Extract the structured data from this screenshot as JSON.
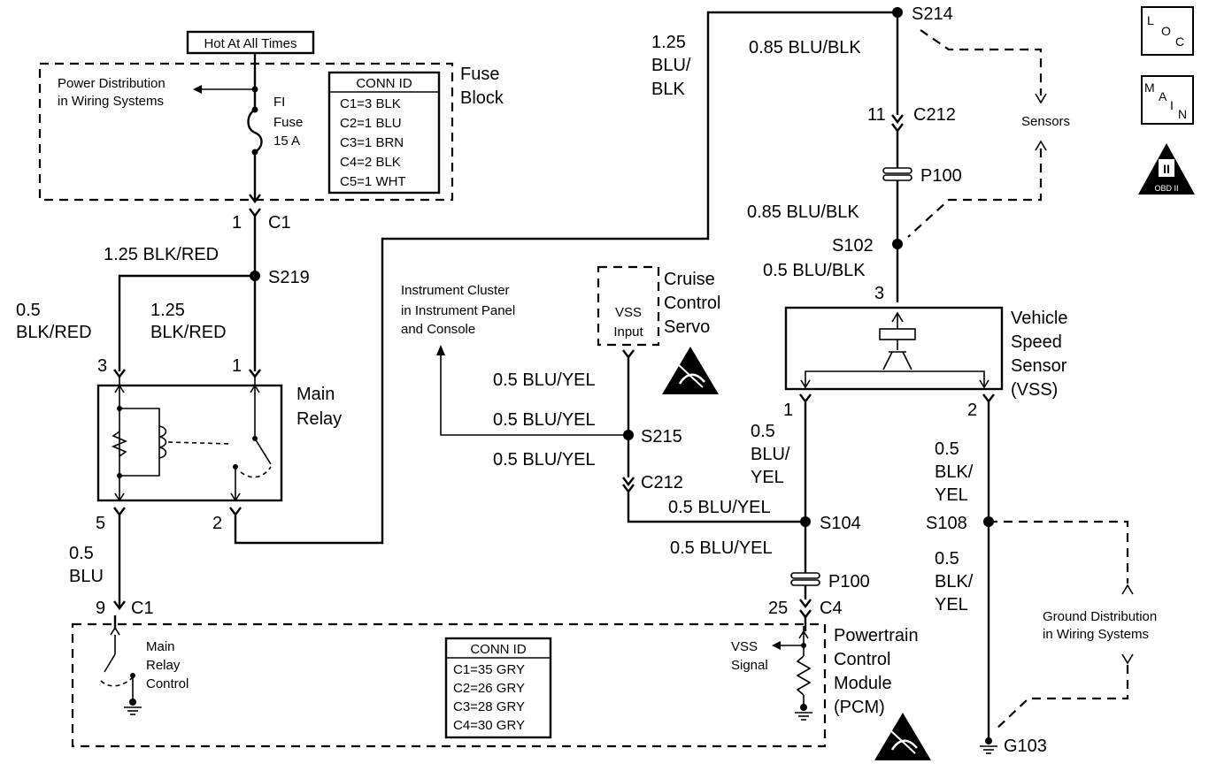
{
  "hot_at_all_times": "Hot At All Times",
  "fuse_block": {
    "line1": "Fuse",
    "line2": "Block",
    "fuse_line1": "FI",
    "fuse_line2": "Fuse",
    "fuse_line3": "15 A",
    "power_line1": "Power Distribution",
    "power_line2": "in Wiring Systems",
    "conn_title": "CONN ID",
    "conn": [
      "C1=3 BLK",
      "C2=1 BLU",
      "C3=1 BRN",
      "C4=2 BLK",
      "C5=1 WHT"
    ]
  },
  "left": {
    "c1_pin": "1",
    "c1_label": "C1",
    "wire_blkred": "1.25 BLK/RED",
    "s219": "S219",
    "w05_1": "0.5",
    "w05_2": "BLK/RED",
    "w125_1": "1.25",
    "w125_2": "BLK/RED",
    "pin3": "3",
    "pin1": "1",
    "pin5": "5",
    "pin2": "2",
    "relay_line1": "Main",
    "relay_line2": "Relay",
    "blu_1": "0.5",
    "blu_2": "BLU",
    "pin9": "9",
    "c1b": "C1"
  },
  "pcm": {
    "mrc_1": "Main",
    "mrc_2": "Relay",
    "mrc_3": "Control",
    "conn_title": "CONN ID",
    "conn": [
      "C1=35 GRY",
      "C2=26 GRY",
      "C3=28 GRY",
      "C4=30 GRY"
    ],
    "vss_sig_1": "VSS",
    "vss_sig_2": "Signal",
    "name_1": "Powertrain",
    "name_2": "Control",
    "name_3": "Module",
    "name_4": "(PCM)"
  },
  "middle": {
    "top_wire_1": "1.25",
    "top_wire_2": "BLU/",
    "top_wire_3": "BLK",
    "ic_1": "Instrument Cluster",
    "ic_2": "in Instrument Panel",
    "ic_3": "and Console",
    "vss_input_1": "VSS",
    "vss_input_2": "Input",
    "ccs_1": "Cruise",
    "ccs_2": "Control",
    "ccs_3": "Servo",
    "w1": "0.5 BLU/YEL",
    "w2": "0.5 BLU/YEL",
    "w3": "0.5 BLU/YEL",
    "s215": "S215",
    "c212": "C212",
    "w4": "0.5 BLU/YEL",
    "s104": "S104",
    "w5": "0.5 BLU/YEL",
    "p100": "P100",
    "pin25": "25",
    "c4": "C4",
    "vss1_pin": "1",
    "vss1_w1": "0.5",
    "vss1_w2": "BLU/",
    "vss1_w3": "YEL"
  },
  "right": {
    "s214": "S214",
    "w085a": "0.85 BLU/BLK",
    "pin11": "11",
    "c212": "C212",
    "sensors": "Sensors",
    "p100": "P100",
    "w085b": "0.85 BLU/BLK",
    "s102": "S102",
    "w05": "0.5 BLU/BLK",
    "pin3": "3",
    "vss_1": "Vehicle",
    "vss_2": "Speed",
    "vss_3": "Sensor",
    "vss_4": "(VSS)",
    "pin2": "2",
    "gy1_1": "0.5",
    "gy1_2": "BLK/",
    "gy1_3": "YEL",
    "s108": "S108",
    "gy2_1": "0.5",
    "gy2_2": "BLK/",
    "gy2_3": "YEL",
    "gd_1": "Ground Distribution",
    "gd_2": "in Wiring Systems",
    "g103": "G103"
  },
  "icons": {
    "loc_1": "L",
    "loc_2": "O",
    "loc_3": "C",
    "main_1": "M",
    "main_2": "A",
    "main_3": "I",
    "main_4": "N",
    "obd_1": "II",
    "obd_2": "OBD II"
  }
}
